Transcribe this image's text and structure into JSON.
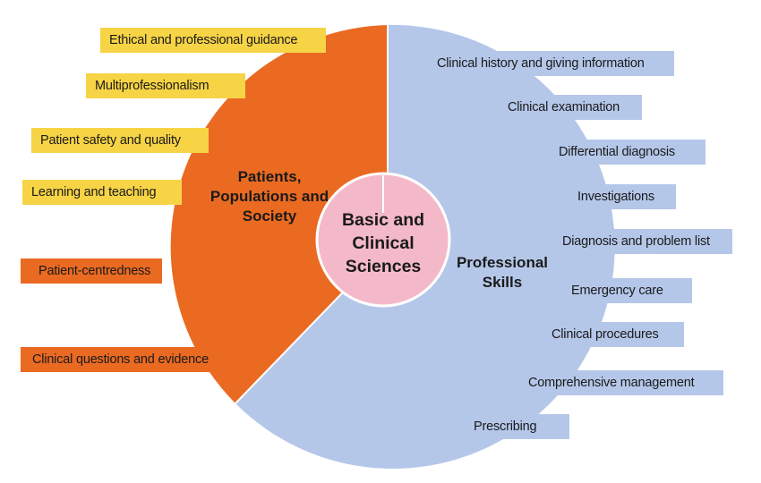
{
  "diagram": {
    "center": {
      "lines": [
        "Basic and",
        "Clinical",
        "Sciences"
      ]
    },
    "sectors": [
      {
        "label_lines": [
          "Patients,",
          "Populations and",
          "Society"
        ],
        "color": "#ea6a22"
      },
      {
        "label_lines": [
          "Professional",
          "Skills"
        ],
        "color": "#b5c7e9"
      }
    ],
    "center_color": "#f4b9c8",
    "left_items": [
      {
        "text": "Ethical and professional guidance",
        "color": "#f7d445"
      },
      {
        "text": "Multiprofessionalism",
        "color": "#f7d445"
      },
      {
        "text": "Patient safety and quality",
        "color": "#f7d445"
      },
      {
        "text": "Learning and teaching",
        "color": "#f7d445"
      },
      {
        "text": "Patient-centredness",
        "color": "#ea6a22"
      },
      {
        "text": "Clinical questions and evidence",
        "color": "#ea6a22"
      }
    ],
    "right_items": [
      {
        "text": "Clinical history and giving information"
      },
      {
        "text": "Clinical examination"
      },
      {
        "text": "Differential diagnosis"
      },
      {
        "text": "Investigations"
      },
      {
        "text": "Diagnosis and problem list"
      },
      {
        "text": "Emergency care"
      },
      {
        "text": "Clinical procedures"
      },
      {
        "text": "Comprehensive management"
      },
      {
        "text": "Prescribing"
      }
    ],
    "right_item_color": "#b5c7e9"
  }
}
